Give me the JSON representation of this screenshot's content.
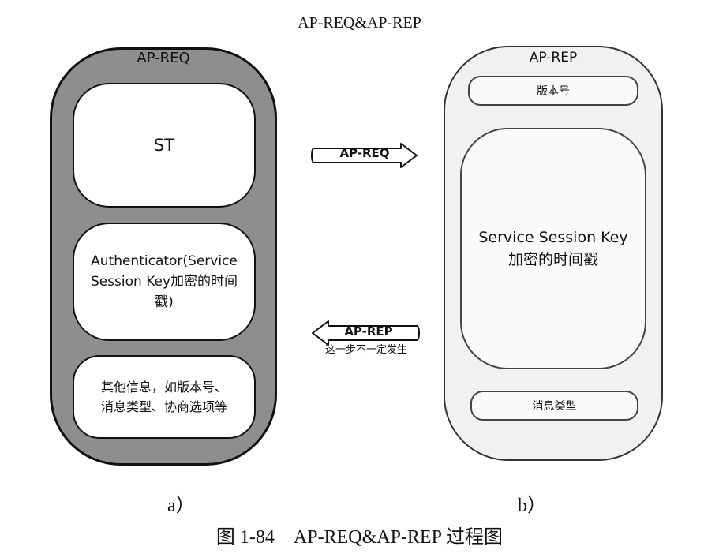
{
  "diagram": {
    "title": "AP-REQ&AP-REP",
    "panel_a": {
      "title": "AP-REQ",
      "boxes": [
        {
          "label": "ST"
        },
        {
          "label_line1": "Authenticator(Service",
          "label_line2": "Session Key加密的时间戳)"
        },
        {
          "label_line1": "其他信息，如版本号、",
          "label_line2": "消息类型、协商选项等"
        }
      ]
    },
    "panel_b": {
      "title": "AP-REP",
      "boxes": [
        {
          "label": "版本号"
        },
        {
          "label_line1": "Service Session Key",
          "label_line2": "加密的时间戳"
        },
        {
          "label": "消息类型"
        }
      ]
    },
    "arrows": {
      "request": {
        "label": "AP-REQ",
        "direction": "right"
      },
      "reply": {
        "label": "AP-REP",
        "note": "这一步不一定发生",
        "direction": "left"
      }
    },
    "sublabel_a": "a）",
    "sublabel_b": "b）",
    "caption": "图 1-84　AP-REQ&AP-REP 过程图"
  },
  "colors": {
    "panel_a_fill": "#8e8e8e",
    "panel_b_fill": "#f1f1f1",
    "box_fill": "#ffffff",
    "stroke": "#111111"
  }
}
